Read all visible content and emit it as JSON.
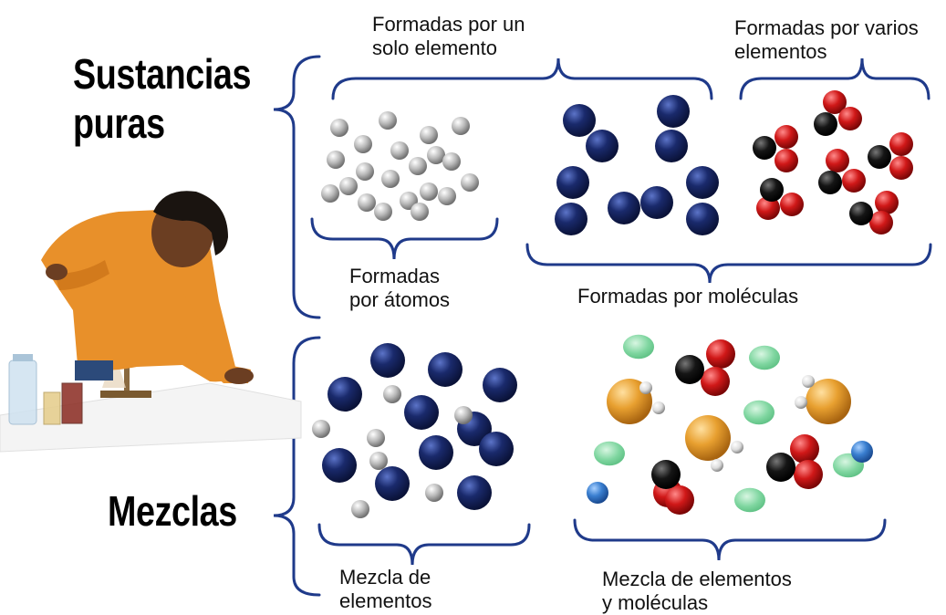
{
  "headings": {
    "pure_line1": "Sustancias",
    "pure_line2": "puras",
    "mixtures": "Mezclas"
  },
  "labels": {
    "single_element": [
      "Formadas por un",
      "solo elemento"
    ],
    "multiple_elements": [
      "Formadas por varios",
      "elementos"
    ],
    "atoms": [
      "Formadas",
      "por átomos"
    ],
    "molecules": "Formadas por moléculas",
    "mixture_elements": [
      "Mezcla de",
      "elementos"
    ],
    "mixture_elements_molecules": [
      "Mezcla de elementos",
      "y moléculas"
    ]
  },
  "colors": {
    "bracket": "#1f3a8a",
    "navy_atom": "#1a2a6c",
    "gray_atom": "#b8b8b8",
    "red_atom": "#d01818",
    "black_atom": "#151515",
    "green_atom": "#7fd6a0",
    "orange_atom": "#e8a030",
    "white_atom": "#dcdcdc",
    "blue_atom": "#3a7fd0",
    "shirt": "#e8902a"
  },
  "illustration": "student-with-lab-stand"
}
